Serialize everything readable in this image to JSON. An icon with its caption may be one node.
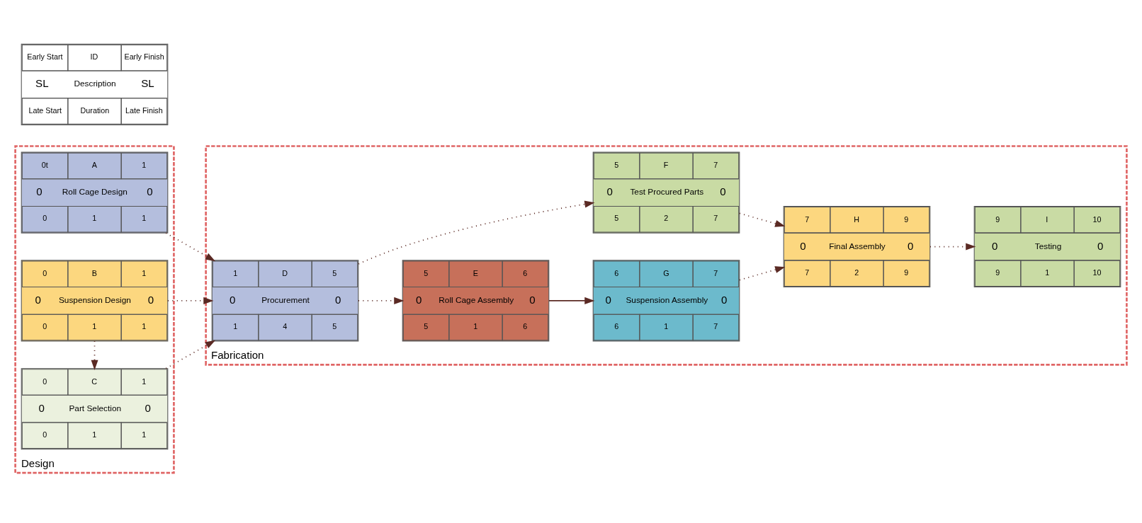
{
  "diagram": {
    "nodes": [
      {
        "text": [
          "Design"
        ]
      },
      {
        "text": [
          "0t",
          "A",
          "1",
          "0",
          "Roll Cage Design",
          "0",
          "0",
          "1",
          "1"
        ],
        "in": 0
      },
      {
        "text": [
          "0",
          "B",
          "1",
          "0",
          "Suspension Design",
          "0",
          "0",
          "1",
          "1"
        ],
        "in": 0
      },
      {
        "text": [
          "0",
          "C",
          "1",
          "0",
          "Part Selection",
          "0",
          "0",
          "1",
          "1"
        ],
        "in": 0
      },
      {
        "text": [
          "Fabrication"
        ]
      },
      {
        "text": [
          "1",
          "D",
          "5",
          "0",
          "Procurement",
          "0",
          "1",
          "4",
          "5"
        ],
        "in": 4
      },
      {
        "text": [
          "5",
          "E",
          "6",
          "0",
          "Roll Cage Assembly",
          "0",
          "5",
          "1",
          "6"
        ],
        "in": 4
      },
      {
        "text": [
          "6",
          "G",
          "7",
          "0",
          "Suspension Assembly",
          "0",
          "6",
          "1",
          "7"
        ],
        "in": 4
      },
      {
        "text": [
          "5",
          "F",
          "7",
          "0",
          "Test Procured Parts",
          "0",
          "5",
          "2",
          "7"
        ],
        "in": 4
      },
      {
        "text": [
          "7",
          "H",
          "9",
          "0",
          "Final Assembly",
          "0",
          "7",
          "2",
          "9"
        ],
        "in": 4
      },
      {
        "text": [
          "9",
          "I",
          "10",
          "0",
          "Testing",
          "0",
          "9",
          "1",
          "10"
        ],
        "in": 4
      },
      {
        "text": [
          "Early Start",
          "ID",
          "Early Finish",
          "SL",
          "Description",
          "SL",
          "Late Start",
          "Duration",
          "Late Finish"
        ]
      }
    ],
    "edges": [
      {
        "from": 1,
        "to": 5,
        "arrow": "to",
        "style": "dashed"
      },
      {
        "from": 2,
        "to": 5,
        "arrow": "to",
        "style": "dashed"
      },
      {
        "from": 2,
        "to": 3,
        "arrow": "to",
        "style": "dashed"
      },
      {
        "from": 3,
        "to": 5,
        "arrow": "to",
        "style": "dashed"
      },
      {
        "from": 5,
        "to": 6,
        "arrow": "to",
        "style": "dashed"
      },
      {
        "from": 5,
        "to": 8,
        "arrow": "to",
        "style": "dashed"
      },
      {
        "from": 6,
        "to": 7,
        "arrow": "to"
      },
      {
        "from": 7,
        "to": 9,
        "arrow": "to",
        "style": "dashed"
      },
      {
        "from": 8,
        "to": 9,
        "arrow": "to",
        "style": "dashed"
      },
      {
        "from": 9,
        "to": 10,
        "arrow": "to",
        "style": "dashed"
      }
    ]
  }
}
